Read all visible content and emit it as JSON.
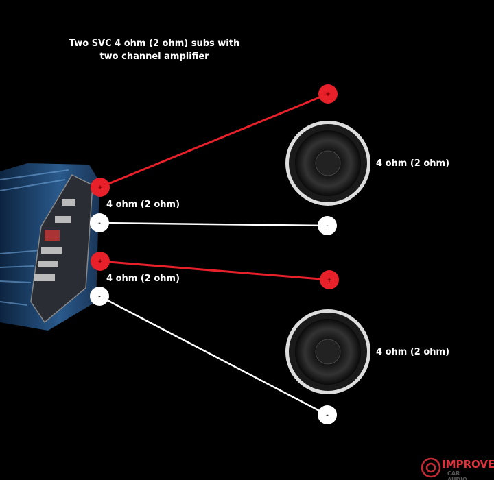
{
  "title_line1": "Two SVC 4 ohm (2 ohm) subs with",
  "title_line2": "two channel amplifier",
  "amp_channel_1_label": "4 ohm (2 ohm)",
  "amp_channel_2_label": "4 ohm (2 ohm)",
  "speaker_1_label": "4 ohm (2 ohm)",
  "speaker_2_label": "4 ohm (2 ohm)",
  "terminal_plus": "+",
  "terminal_minus": "-",
  "logo": {
    "name": "IMPROVE",
    "sub": "CAR AUDIO"
  },
  "colors": {
    "positive": "#e8202a",
    "negative": "#ffffff",
    "background": "#000000",
    "amp": "#1d3f66"
  }
}
